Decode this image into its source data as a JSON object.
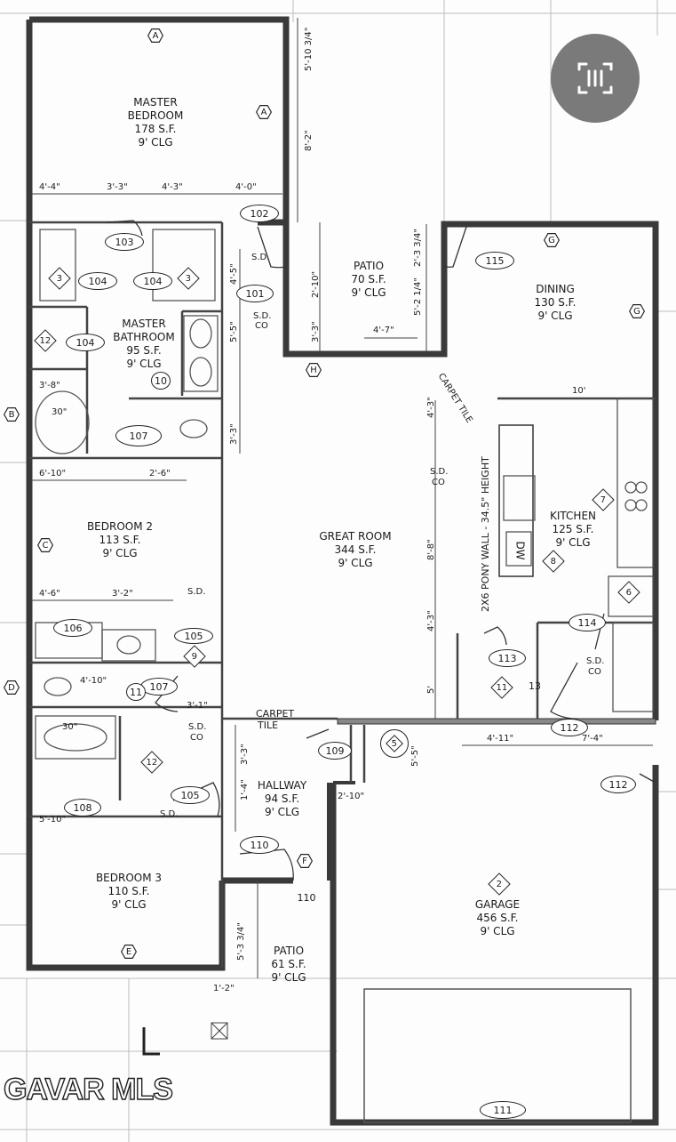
{
  "rooms": {
    "master_bedroom": {
      "name": "MASTER BEDROOM",
      "area": "178 S.F.",
      "ceiling": "9' CLG"
    },
    "master_bathroom": {
      "name": "MASTER BATHROOM",
      "area": "95 S.F.",
      "ceiling": "9' CLG"
    },
    "patio_top": {
      "name": "PATIO",
      "area": "70 S.F.",
      "ceiling": "9' CLG"
    },
    "dining": {
      "name": "DINING",
      "area": "130 S.F.",
      "ceiling": "9' CLG"
    },
    "great_room": {
      "name": "GREAT ROOM",
      "area": "344 S.F.",
      "ceiling": "9' CLG"
    },
    "kitchen": {
      "name": "KITCHEN",
      "area": "125 S.F.",
      "ceiling": "9' CLG"
    },
    "bedroom_2": {
      "name": "BEDROOM 2",
      "area": "113 S.F.",
      "ceiling": "9' CLG"
    },
    "hallway": {
      "name": "HALLWAY",
      "area": "94 S.F.",
      "ceiling": "9' CLG"
    },
    "bedroom_3": {
      "name": "BEDROOM 3",
      "area": "110 S.F.",
      "ceiling": "9' CLG"
    },
    "patio_bottom": {
      "name": "PATIO",
      "area": "61 S.F.",
      "ceiling": "9' CLG"
    },
    "garage": {
      "name": "GARAGE",
      "area": "456 S.F.",
      "ceiling": "9' CLG"
    }
  },
  "dimensions": {
    "d1": "4'-4\"",
    "d2": "3'-3\"",
    "d3": "4'-3\"",
    "d4": "4'-0\"",
    "d5": "6'-10\"",
    "d6": "2'-6\"",
    "d7": "4'-6\"",
    "d8": "3'-2\"",
    "d9": "4'-10\"",
    "d10": "3'-1\"",
    "d11": "5'-10\"",
    "d12": "4'-7\"",
    "d13": "10'",
    "d14": "4'-11\"",
    "d15": "7'-4\"",
    "d16": "2'-10\"",
    "d17": "3'-8\"",
    "d18": "1'-2\"",
    "v1": "5'-10 3/4\"",
    "v2": "8'-2\"",
    "v3": "2'-10\"",
    "v4": "3'-3\"",
    "v5": "5'-5\"",
    "v6": "3'-3\"",
    "v7": "4'-3\"",
    "v8": "8'-8\"",
    "v9": "4'-3\"",
    "v10": "5'",
    "v11": "2'-3 3/4\"",
    "v12": "5'-2 1/4\"",
    "v13": "3'-3\"",
    "v14": "1'-4\"",
    "v15": "5'-5\"",
    "v16": "5'-3 3/4\"",
    "v17": "4'-5\""
  },
  "doors": [
    "101",
    "102",
    "103",
    "104",
    "104",
    "104",
    "105",
    "105",
    "106",
    "107",
    "107",
    "108",
    "109",
    "110",
    "110",
    "111",
    "112",
    "112",
    "113",
    "114",
    "115",
    "10",
    "11",
    "13"
  ],
  "notes": {
    "pony_wall": "2X6 PONY WALL - 34.5\" HEIGHT",
    "carpet_tile_1": "CARPET TILE",
    "carpet_1": "CARPET",
    "tile_1": "TILE",
    "sd": "S.D.",
    "co": "CO",
    "dw": "DW",
    "tub": "30\""
  },
  "markers": {
    "A": "A",
    "B": "B",
    "C": "C",
    "D": "D",
    "E": "E",
    "F": "F",
    "G": "G",
    "H": "H",
    "n2": "2",
    "n3": "3",
    "n5": "5",
    "n6": "6",
    "n7": "7",
    "n8": "8",
    "n9": "9",
    "n11": "11",
    "n12": "12"
  },
  "watermark": "GAVAR MLS",
  "badge_icon": "scan-text-icon"
}
